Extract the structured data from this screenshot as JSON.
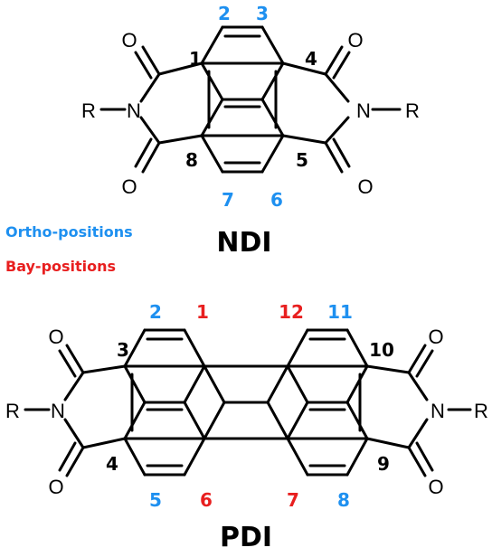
{
  "colors": {
    "ortho": "#1e90f0",
    "bay": "#e81f1f",
    "black": "#000000"
  },
  "atoms": {
    "O": "O",
    "N": "N",
    "R": "R"
  },
  "ndi": {
    "title": "NDI",
    "positions": {
      "p1": "1",
      "p2": "2",
      "p3": "3",
      "p4": "4",
      "p5": "5",
      "p6": "6",
      "p7": "7",
      "p8": "8"
    }
  },
  "legend": {
    "ortho": "Ortho-positions",
    "bay": "Bay-positions"
  },
  "pdi": {
    "title": "PDI",
    "positions": {
      "p1": "1",
      "p2": "2",
      "p3": "3",
      "p4": "4",
      "p5": "5",
      "p6": "6",
      "p7": "7",
      "p8": "8",
      "p9": "9",
      "p10": "10",
      "p11": "11",
      "p12": "12"
    }
  }
}
